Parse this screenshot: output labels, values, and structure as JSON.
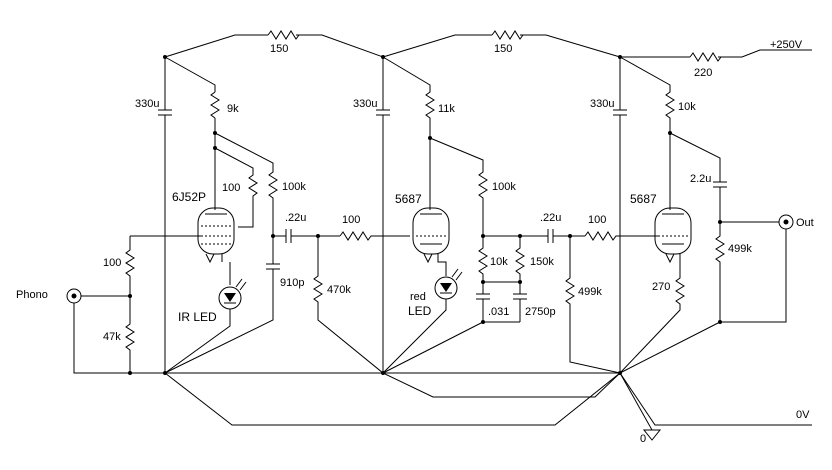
{
  "supply": {
    "label": "+250V"
  },
  "ground": {
    "rail_label": "0V",
    "symbol_label": "0"
  },
  "input": {
    "label": "Phono"
  },
  "output": {
    "label": "Out"
  },
  "stage1": {
    "tube": "6J52P",
    "plate_r": "9k",
    "fb_r": "100",
    "decouple_c": "330u",
    "series_r": "150",
    "load_r": "100k",
    "input_r": "100",
    "input_shunt_r": "47k",
    "cap": "910p",
    "led": "IR LED"
  },
  "stage2": {
    "tube": "5687",
    "coupling_c": ".22u",
    "grid_r": "100",
    "grid_leak": "470k",
    "decouple_c": "330u",
    "series_r": "150",
    "plate_r": "11k",
    "load_r": "100k",
    "led_line1": "red",
    "led_line2": "LED",
    "riaa_r1": "10k",
    "riaa_r2": "150k",
    "riaa_c1": ".031",
    "riaa_c2": "2750p"
  },
  "stage3": {
    "tube": "5687",
    "coupling_c": ".22u",
    "grid_r": "100",
    "grid_leak": "499k",
    "decouple_c": "330u",
    "series_r": "220",
    "plate_r": "10k",
    "cathode_r": "270",
    "out_c": "2.2u",
    "out_r": "499k"
  }
}
